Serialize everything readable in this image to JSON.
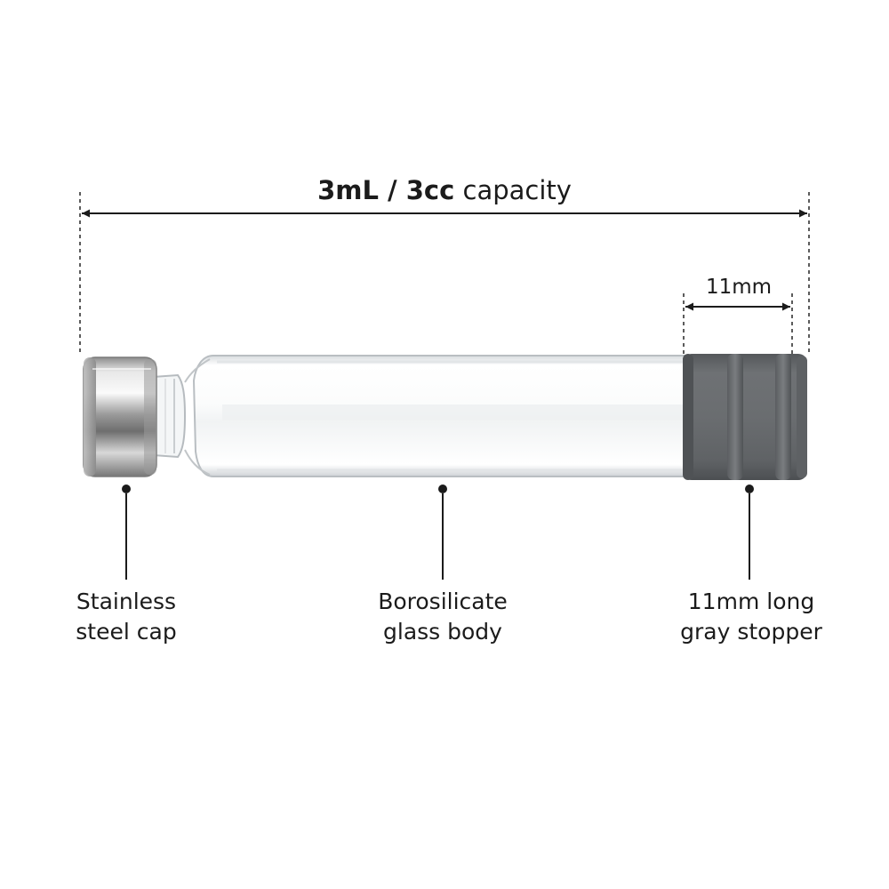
{
  "header": {
    "title_strong": "3mL / 3cc",
    "title_rest": "capacity"
  },
  "dimension": {
    "stopper_length": "11mm"
  },
  "callouts": {
    "cap": {
      "line1": "Stainless",
      "line2": "steel cap"
    },
    "body": {
      "line1": "Borosilicate",
      "line2": "glass body"
    },
    "stopper": {
      "line1": "11mm long",
      "line2": "gray stopper"
    }
  },
  "colors": {
    "background": "#ffffff",
    "text": "#1b1b1b",
    "stopper": "#6a6d70",
    "cap_steel": "#c8c8c8"
  },
  "icons": [
    "steel-cap-illustration",
    "glass-tube-illustration",
    "rubber-stopper-illustration"
  ]
}
